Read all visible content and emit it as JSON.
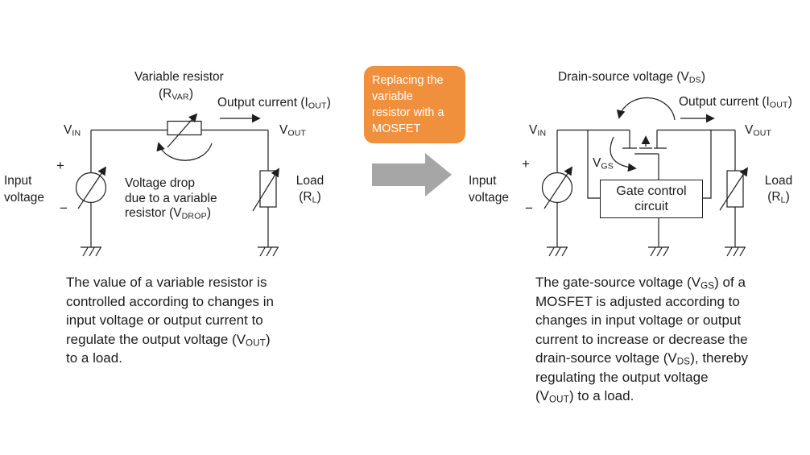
{
  "page": {
    "background": "#ffffff",
    "line_color": "#1e1e1e"
  },
  "transition": {
    "box_color": "#F1903C",
    "arrow_color": "#A6A6A6",
    "label": [
      {
        "t": "Replacing the"
      },
      {
        "br": true
      },
      {
        "t": "variable"
      },
      {
        "br": true
      },
      {
        "t": "resistor with a"
      },
      {
        "br": true
      },
      {
        "t": "MOSFET"
      }
    ]
  },
  "left": {
    "resistor_title": [
      {
        "t": "Variable resistor"
      }
    ],
    "resistor_ref": [
      {
        "t": "(R"
      },
      {
        "t": "VAR",
        "sub": true
      },
      {
        "t": ")"
      }
    ],
    "output_current": [
      {
        "t": "Output current (I"
      },
      {
        "t": "OUT",
        "sub": true
      },
      {
        "t": ")"
      }
    ],
    "vin": [
      {
        "t": "V"
      },
      {
        "t": "IN",
        "sub": true
      }
    ],
    "vout": [
      {
        "t": "V"
      },
      {
        "t": "OUT",
        "sub": true
      }
    ],
    "plus": "+",
    "minus": "−",
    "source_label": [
      {
        "t": "Input"
      },
      {
        "br": true
      },
      {
        "t": "voltage"
      }
    ],
    "drop_note": [
      {
        "t": "Voltage drop"
      },
      {
        "br": true
      },
      {
        "t": "due to a variable"
      },
      {
        "br": true
      },
      {
        "t": "resistor (V"
      },
      {
        "t": "DROP",
        "sub": true
      },
      {
        "t": ")"
      }
    ],
    "load_label": [
      {
        "t": "Load"
      },
      {
        "br": true
      },
      {
        "t": "(R"
      },
      {
        "t": "L",
        "sub": true
      },
      {
        "t": ")"
      }
    ],
    "caption": [
      {
        "t": "The value of a variable resistor is"
      },
      {
        "br": true
      },
      {
        "t": "controlled according to changes in"
      },
      {
        "br": true
      },
      {
        "t": "input voltage or output current to"
      },
      {
        "br": true
      },
      {
        "t": "regulate the output voltage (V"
      },
      {
        "t": "OUT",
        "sub": true
      },
      {
        "t": ")"
      },
      {
        "br": true
      },
      {
        "t": "to a load."
      }
    ]
  },
  "right": {
    "vds_title": [
      {
        "t": "Drain-source voltage (V"
      },
      {
        "t": "DS",
        "sub": true
      },
      {
        "t": ")"
      }
    ],
    "output_current": [
      {
        "t": "Output current (I"
      },
      {
        "t": "OUT",
        "sub": true
      },
      {
        "t": ")"
      }
    ],
    "vin": [
      {
        "t": "V"
      },
      {
        "t": "IN",
        "sub": true
      }
    ],
    "vout": [
      {
        "t": "V"
      },
      {
        "t": "OUT",
        "sub": true
      }
    ],
    "vgs": [
      {
        "t": "V"
      },
      {
        "t": "GS",
        "sub": true
      }
    ],
    "plus": "+",
    "minus": "−",
    "source_label": [
      {
        "t": "Input"
      },
      {
        "br": true
      },
      {
        "t": "voltage"
      }
    ],
    "gate_box": [
      {
        "t": "Gate control"
      },
      {
        "br": true
      },
      {
        "t": "circuit"
      }
    ],
    "load_label": [
      {
        "t": "Load"
      },
      {
        "br": true
      },
      {
        "t": "(R"
      },
      {
        "t": "L",
        "sub": true
      },
      {
        "t": ")"
      }
    ],
    "caption": [
      {
        "t": "The gate-source voltage (V"
      },
      {
        "t": "GS",
        "sub": true
      },
      {
        "t": ") of a"
      },
      {
        "br": true
      },
      {
        "t": "MOSFET is adjusted according to"
      },
      {
        "br": true
      },
      {
        "t": "changes in input voltage or output"
      },
      {
        "br": true
      },
      {
        "t": "current to increase or decrease the"
      },
      {
        "br": true
      },
      {
        "t": "drain-source voltage (V"
      },
      {
        "t": "DS",
        "sub": true
      },
      {
        "t": "), thereby"
      },
      {
        "br": true
      },
      {
        "t": "regulating the output voltage"
      },
      {
        "br": true
      },
      {
        "t": "(V"
      },
      {
        "t": "OUT",
        "sub": true
      },
      {
        "t": ") to a load."
      }
    ]
  }
}
